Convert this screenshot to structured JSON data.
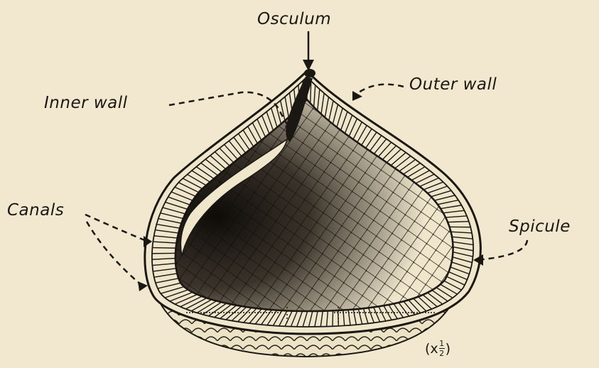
{
  "labels": {
    "osculum": "Osculum",
    "inner_wall": "Inner wall",
    "outer_wall": "Outer wall",
    "canals": "Canals",
    "spicule": "Spicule"
  },
  "scale": {
    "open": "(x",
    "num": "1",
    "den": "2",
    "close": ")"
  },
  "colors": {
    "paper": "#f1e8cf",
    "ink": "#1b1712"
  }
}
